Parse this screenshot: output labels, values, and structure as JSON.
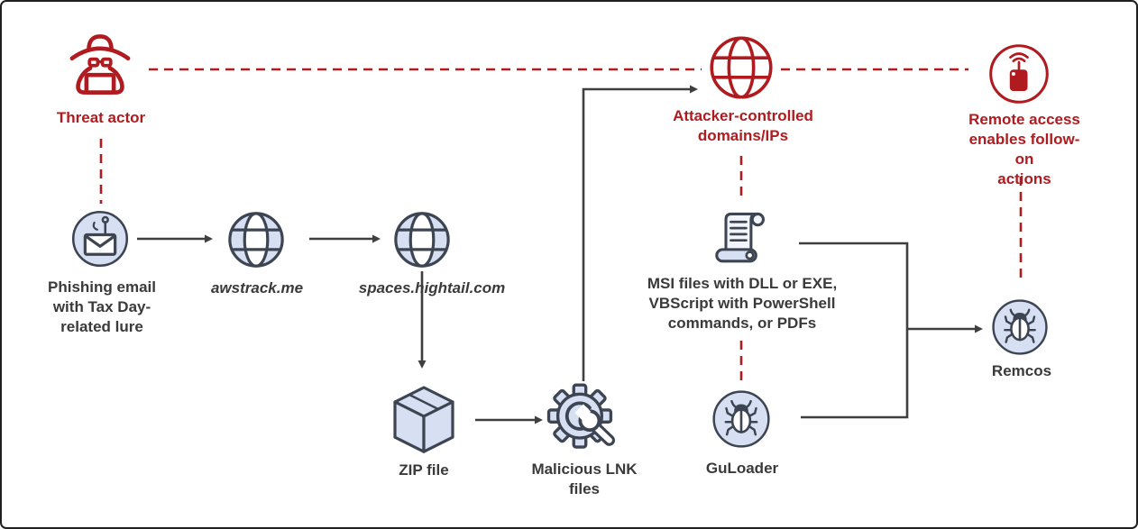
{
  "colors": {
    "accent_red": "#B01B1F",
    "connector_gray": "#3F3F3F",
    "icon_fill": "#D7E0F2",
    "icon_stroke": "#3D4452",
    "text_dark": "#3A3A3A",
    "canvas_border": "#1F1F1F",
    "background": "#FFFFFF"
  },
  "nodes": {
    "threat_actor": {
      "label": "Threat actor",
      "icon": "spy-icon"
    },
    "phishing_email": {
      "label": "Phishing email\nwith Tax Day-\nrelated lure",
      "icon": "email-hook-icon"
    },
    "awstrack": {
      "label": "awstrack.me",
      "icon": "globe-icon"
    },
    "hightail": {
      "label": "spaces.hightail.com",
      "icon": "globe-icon"
    },
    "zip_file": {
      "label": "ZIP file",
      "icon": "package-box-icon"
    },
    "lnk_files": {
      "label": "Malicious LNK\nfiles",
      "icon": "gear-wrench-icon"
    },
    "attacker_domains": {
      "label": "Attacker-controlled\ndomains/IPs",
      "icon": "globe-red-icon"
    },
    "msi_files": {
      "label": "MSI files with DLL or EXE,\nVBScript with PowerShell\ncommands, or PDFs",
      "icon": "scroll-icon"
    },
    "guloader": {
      "label": "GuLoader",
      "icon": "bug-icon"
    },
    "remcos": {
      "label": "Remcos",
      "icon": "bug-icon"
    },
    "remote_access": {
      "label": "Remote access\nenables follow-on\nactions",
      "icon": "remote-device-icon"
    }
  }
}
